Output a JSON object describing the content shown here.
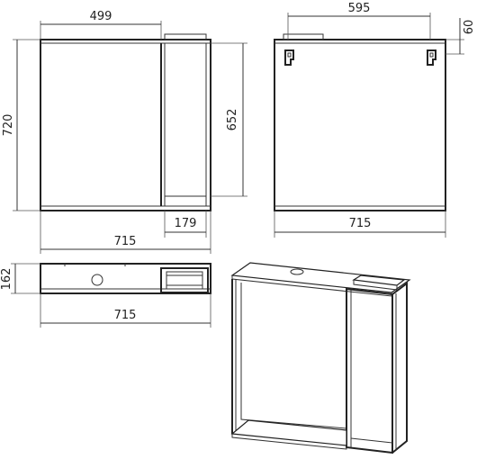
{
  "dimensions": {
    "front_width_mirror": "499",
    "front_height": "720",
    "front_inner_height": "652",
    "front_shelf_width": "179",
    "front_total_width": "715",
    "back_width": "595",
    "back_offset": "60",
    "back_total_width": "715",
    "top_depth": "162",
    "top_total_width": "715"
  },
  "colors": {
    "line": "#333333",
    "background": "#ffffff"
  }
}
